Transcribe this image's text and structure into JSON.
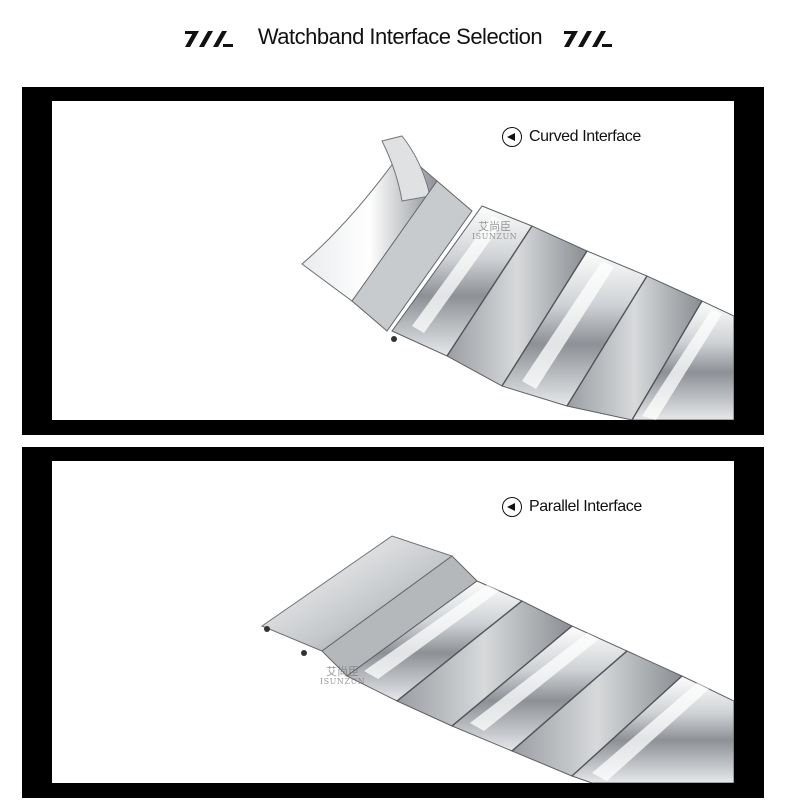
{
  "header": {
    "title": "Watchband Interface Selection",
    "left_decoration_icon": "triple-chevron-icon",
    "right_decoration_icon": "triple-chevron-icon"
  },
  "panels": [
    {
      "label": "Curved Interface",
      "icon": "arrow-left-circle-icon",
      "image": "curved-end-stainless-steel-bracelet",
      "watermark_cn": "艾尚臣",
      "watermark_en": "ISUNZUN"
    },
    {
      "label": "Parallel Interface",
      "icon": "arrow-left-circle-icon",
      "image": "straight-end-stainless-steel-bracelet",
      "watermark_cn": "艾尚臣",
      "watermark_en": "ISUNZUN"
    }
  ],
  "colors": {
    "frame": "#000000",
    "panel_bg": "#ffffff",
    "steel_light": "#f2f3f4",
    "steel_mid": "#b9bcbf",
    "steel_dark": "#5f6367"
  }
}
